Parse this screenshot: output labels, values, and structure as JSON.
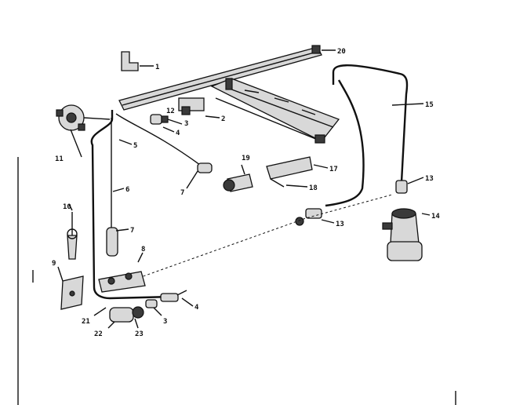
{
  "callouts": {
    "c1": "1",
    "c2": "2",
    "c3a": "3",
    "c3b": "3",
    "c4a": "4",
    "c4b": "4",
    "c5": "5",
    "c6": "6",
    "c7a": "7",
    "c7b": "7",
    "c8": "8",
    "c9": "9",
    "c10": "10",
    "c11": "11",
    "c12": "12",
    "c13a": "13",
    "c13b": "13",
    "c14": "14",
    "c15": "15",
    "c17": "17",
    "c18": "18",
    "c19": "19",
    "c20": "20",
    "c21": "21",
    "c22": "22",
    "c23": "23"
  }
}
